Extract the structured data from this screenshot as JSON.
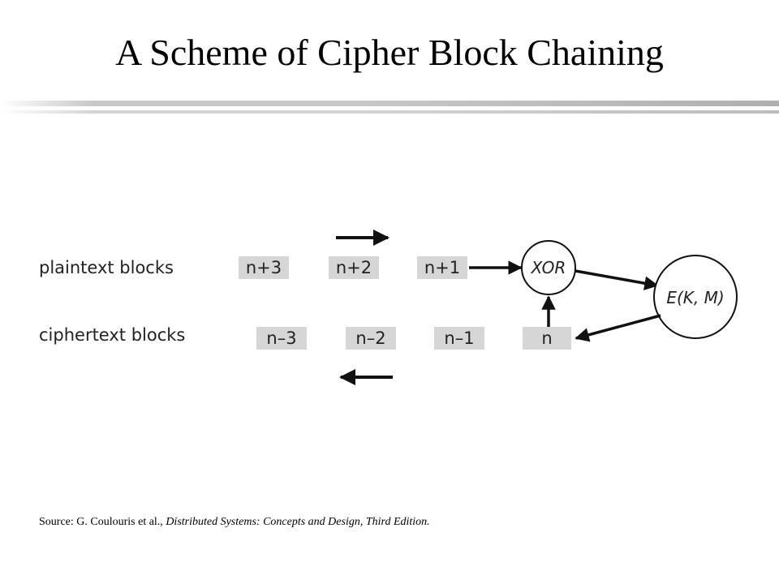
{
  "title": "A Scheme of Cipher Block Chaining",
  "diagram": {
    "plaintext_label": "plaintext blocks",
    "ciphertext_label": "ciphertext blocks",
    "plaintext_blocks": [
      "n+3",
      "n+2",
      "n+1"
    ],
    "ciphertext_blocks": [
      "n–3",
      "n–2",
      "n–1",
      "n"
    ],
    "xor_node": "XOR",
    "encrypt_node": "E(K, M)"
  },
  "source": {
    "prefix": "Source: G. Coulouris et al., ",
    "book": "Distributed Systems: Concepts and Design, Third Edition."
  },
  "colors": {
    "block_fill": "#d6d6d6",
    "rule": "#c8c8c8"
  }
}
